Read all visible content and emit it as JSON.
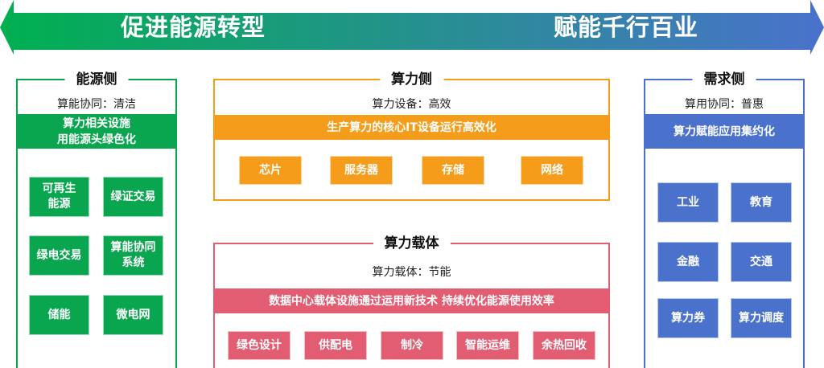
{
  "banner": {
    "left_text": "促进能源转型",
    "right_text": "赋能千行百业",
    "color_start": "#00b050",
    "color_end": "#4a72cc"
  },
  "energy": {
    "title": "能源侧",
    "subtitle": "算能协同：清洁",
    "bar_line1": "算力相关设施",
    "bar_line2": "用能源头绿色化",
    "color": "#0aa64f",
    "items": [
      {
        "line1": "可再生",
        "line2": "能源"
      },
      {
        "line1": "绿证交易",
        "line2": ""
      },
      {
        "line1": "绿电交易",
        "line2": ""
      },
      {
        "line1": "算能协同",
        "line2": "系统"
      },
      {
        "line1": "储能",
        "line2": ""
      },
      {
        "line1": "微电网",
        "line2": ""
      }
    ]
  },
  "compute": {
    "title": "算力侧",
    "subtitle": "算力设备：高效",
    "bar": "生产算力的核心IT设备运行高效化",
    "color": "#f59c1a",
    "items": [
      "芯片",
      "服务器",
      "存储",
      "网络"
    ]
  },
  "carrier": {
    "title": "算力载体",
    "subtitle": "算力载体：节能",
    "bar": "数据中心载体设施通过运用新技术  持续优化能源使用效率",
    "color": "#e25c72",
    "items": [
      "绿色设计",
      "供配电",
      "制冷",
      "智能运维",
      "余热回收"
    ]
  },
  "demand": {
    "title": "需求侧",
    "subtitle": "算用协同：普惠",
    "bar": "算力赋能应用集约化",
    "color": "#4a72cc",
    "items": [
      "工业",
      "教育",
      "金融",
      "交通",
      "算力券",
      "算力调度"
    ]
  }
}
